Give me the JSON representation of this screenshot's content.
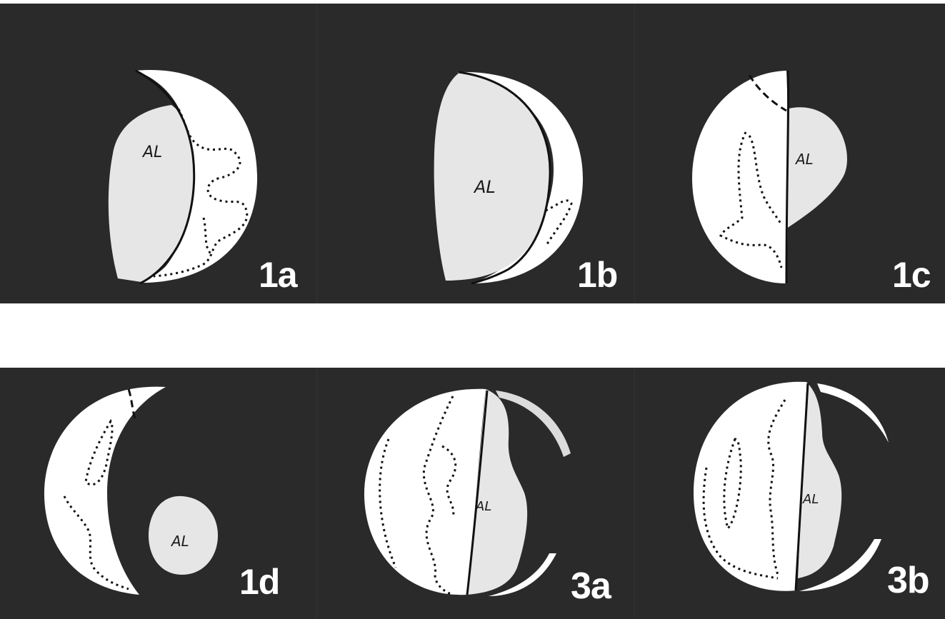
{
  "colors": {
    "background": "#2a2a2a",
    "shape": "#ffffff",
    "region_al": "#e6e6e6",
    "line": "#111111"
  },
  "panels": [
    {
      "id": "1a",
      "label": "1a",
      "region": "AL"
    },
    {
      "id": "1b",
      "label": "1b",
      "region": "AL"
    },
    {
      "id": "1c",
      "label": "1c",
      "region": "AL"
    },
    {
      "id": "1d",
      "label": "1d",
      "region": "AL"
    },
    {
      "id": "3a",
      "label": "3a",
      "region": "AL"
    },
    {
      "id": "3b",
      "label": "3b",
      "region": "AL"
    }
  ]
}
